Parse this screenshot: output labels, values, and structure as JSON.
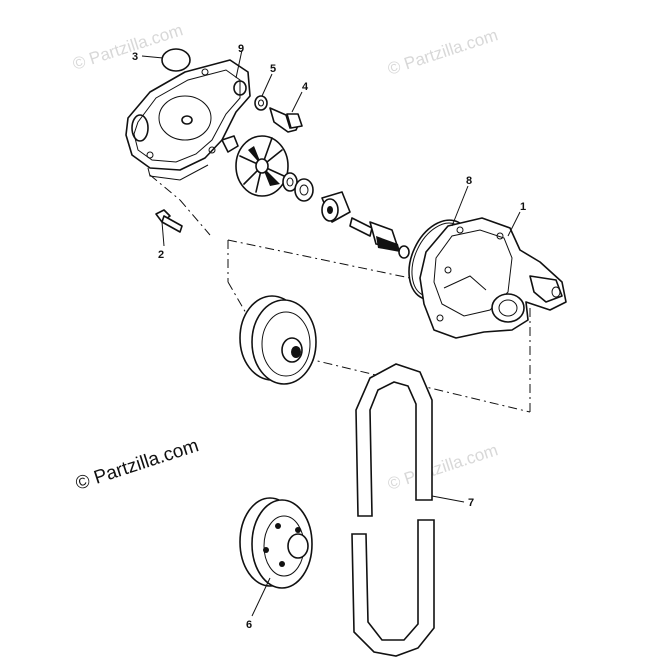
{
  "watermarks": {
    "tl": "© Partzilla.com",
    "tr": "© Partzilla.com",
    "main": "© Partzilla.com",
    "br": "© Partzilla.com"
  },
  "callouts": {
    "p1": "1",
    "p2": "2",
    "p3": "3",
    "p4": "4",
    "p5": "5",
    "p6": "6",
    "p7": "7",
    "p8": "8",
    "p9": "9"
  }
}
